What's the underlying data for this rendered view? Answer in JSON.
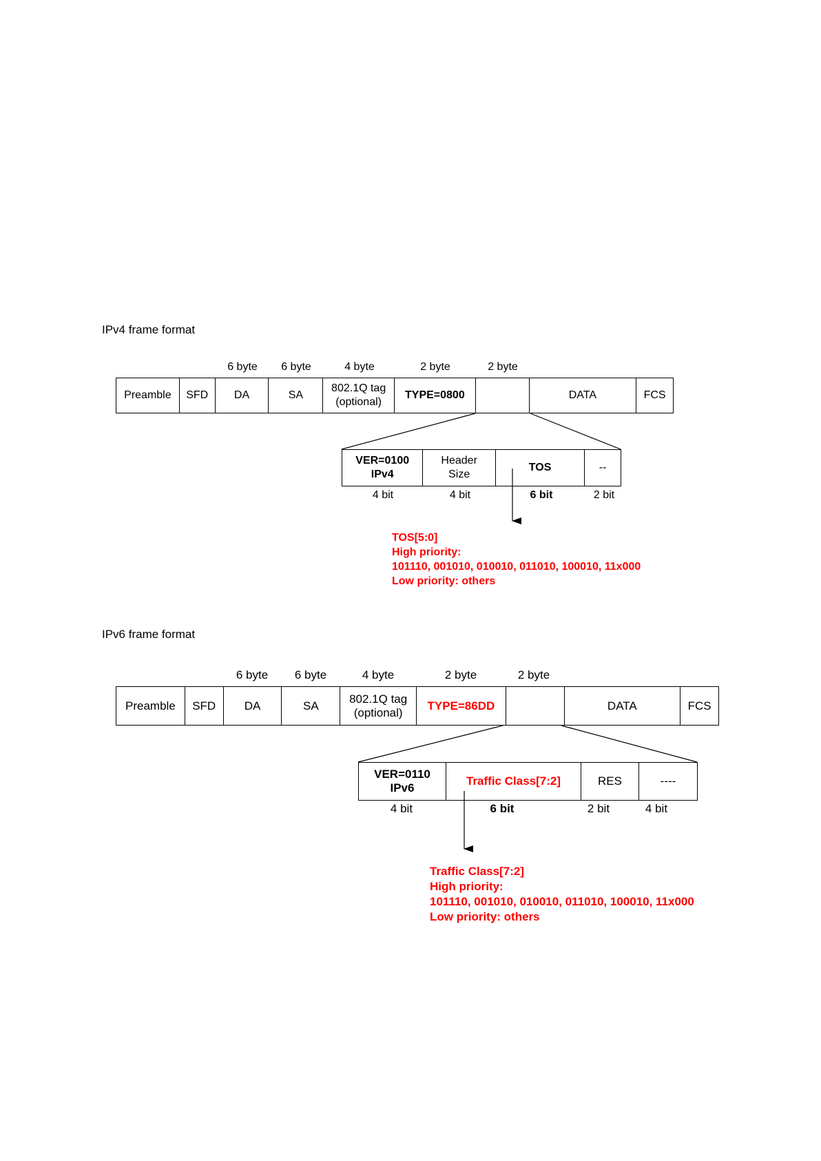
{
  "ipv4": {
    "title": "IPv4 frame format",
    "size_labels": [
      "6 byte",
      "6 byte",
      "4 byte",
      "2 byte",
      "2 byte"
    ],
    "frame_fields": [
      {
        "line1": "Preamble",
        "line2": ""
      },
      {
        "line1": "SFD",
        "line2": ""
      },
      {
        "line1": "DA",
        "line2": ""
      },
      {
        "line1": "SA",
        "line2": ""
      },
      {
        "line1": "802.1Q tag",
        "line2": "(optional)"
      },
      {
        "line1": "TYPE=0800",
        "line2": ""
      },
      {
        "line1": "",
        "line2": ""
      },
      {
        "line1": "DATA",
        "line2": ""
      },
      {
        "line1": "FCS",
        "line2": ""
      }
    ],
    "sub_fields": [
      {
        "line1": "VER=0100",
        "line2": "IPv4"
      },
      {
        "line1": "Header",
        "line2": "Size"
      },
      {
        "line1": "TOS",
        "line2": ""
      },
      {
        "line1": "--",
        "line2": ""
      }
    ],
    "bit_labels": [
      "4 bit",
      "4 bit",
      "6 bit",
      "2 bit"
    ],
    "note": [
      "TOS[5:0]",
      "High priority:",
      "101110, 001010, 010010, 011010, 100010, 11x000",
      "Low priority: others"
    ]
  },
  "ipv6": {
    "title": "IPv6 frame format",
    "size_labels": [
      "6 byte",
      "6 byte",
      "4 byte",
      "2 byte",
      "2 byte"
    ],
    "frame_fields": [
      {
        "line1": "Preamble",
        "line2": ""
      },
      {
        "line1": "SFD",
        "line2": ""
      },
      {
        "line1": "DA",
        "line2": ""
      },
      {
        "line1": "SA",
        "line2": ""
      },
      {
        "line1": "802.1Q tag",
        "line2": "(optional)"
      },
      {
        "line1": "TYPE=86DD",
        "line2": ""
      },
      {
        "line1": "",
        "line2": ""
      },
      {
        "line1": "DATA",
        "line2": ""
      },
      {
        "line1": "FCS",
        "line2": ""
      }
    ],
    "sub_fields": [
      {
        "line1": "VER=0110",
        "line2": "IPv6"
      },
      {
        "line1": "Traffic Class[7:2]",
        "line2": ""
      },
      {
        "line1": "RES",
        "line2": ""
      },
      {
        "line1": "----",
        "line2": ""
      }
    ],
    "bit_labels": [
      "4 bit",
      "6 bit",
      "2 bit",
      "4 bit"
    ],
    "note": [
      "Traffic Class[7:2]",
      "High priority:",
      "101110, 001010, 010010, 011010, 100010, 11x000",
      "Low priority: others"
    ]
  }
}
